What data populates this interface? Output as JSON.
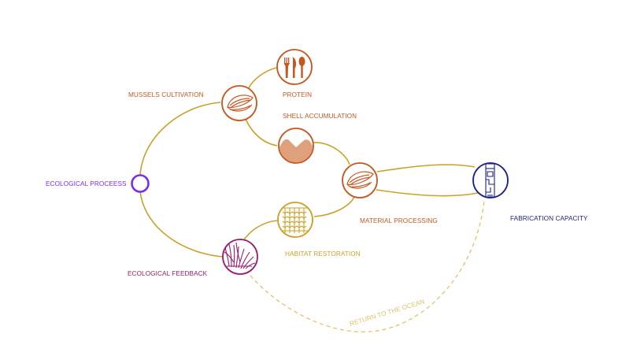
{
  "colors": {
    "gold": "#C9A227",
    "orange": "#C8561E",
    "purple": "#7B2CF0",
    "magenta": "#9B1B6E",
    "navy": "#1B1F8A",
    "dashed": "#E6C06A",
    "sand": "#DFA17C"
  },
  "labels": {
    "ecological_process": "ECOLOGICAL PROCEESS",
    "mussels_cultivation": "MUSSELS CULTIVATION",
    "protein": "PROTEIN",
    "shell_accumulation": "SHELL ACCUMULATION",
    "material_processing": "MATERIAL PROCESSING",
    "fabrication_capacity": "FABRICATION CAPACITY",
    "habitat_restoration": "HABITAT RESTORATION",
    "ecological_feedback": "ECOLOGICAL FEEDBACK",
    "return_to_ocean": "RETURN TO THE OCEAN"
  },
  "icons": {
    "mussel": "mussel-icon",
    "protein": "fork-knife-spoon-icon",
    "shell": "shell-pile-icon",
    "material": "processed-mussel-icon",
    "fabrication": "column-icon",
    "habitat": "seaweed-grid-icon",
    "feedback": "seagrass-icon",
    "ecological": "ring-icon"
  }
}
